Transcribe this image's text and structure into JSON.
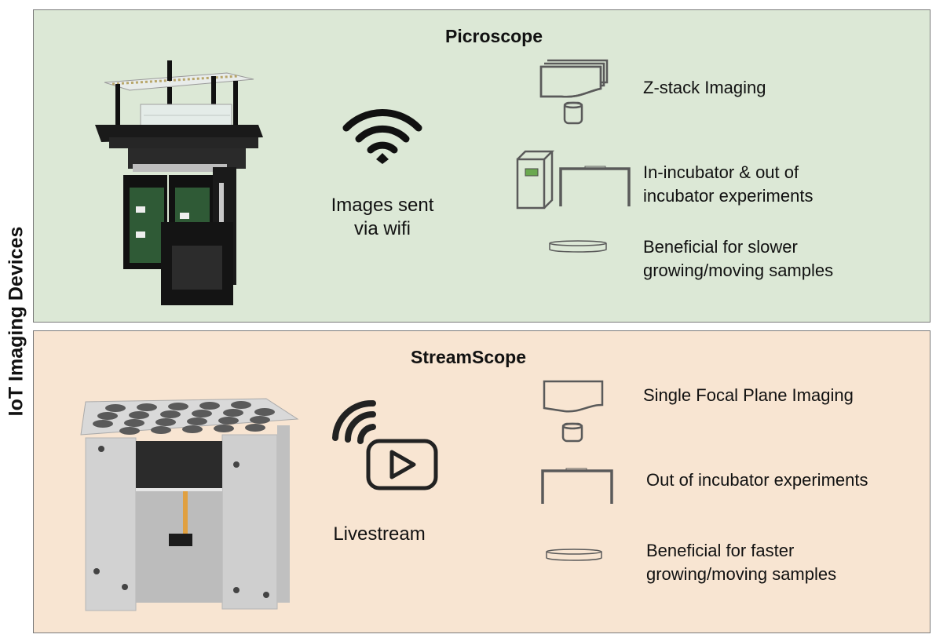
{
  "side_label": "IoT Imaging Devices",
  "colors": {
    "top_panel_bg": "#dce8d6",
    "bottom_panel_bg": "#f8e5d2",
    "icon_stroke": "#5a5a5a",
    "incubator_display": "#6aa84f"
  },
  "panels": [
    {
      "title": "Picroscope",
      "device_image": "picroscope-device-photo",
      "transfer_icon": "wifi-icon",
      "transfer_caption_lines": [
        "Images sent",
        "via wifi"
      ],
      "features": [
        {
          "icon": "z-stack-icon",
          "lines": [
            "Z-stack Imaging"
          ]
        },
        {
          "icon": "incubator-and-stage-icon",
          "lines": [
            "In-incubator & out of",
            "incubator experiments"
          ]
        },
        {
          "icon": "petri-dish-icon",
          "lines": [
            "Beneficial for slower",
            "growing/moving samples"
          ]
        }
      ]
    },
    {
      "title": "StreamScope",
      "device_image": "streamscope-device-photo",
      "transfer_icon": "livestream-icon",
      "transfer_caption_lines": [
        "Livestream"
      ],
      "features": [
        {
          "icon": "single-focal-plane-icon",
          "lines": [
            "Single Focal Plane Imaging"
          ]
        },
        {
          "icon": "stage-icon",
          "lines": [
            "Out of incubator experiments"
          ]
        },
        {
          "icon": "petri-dish-icon",
          "lines": [
            "Beneficial for faster",
            "growing/moving samples"
          ]
        }
      ]
    }
  ]
}
